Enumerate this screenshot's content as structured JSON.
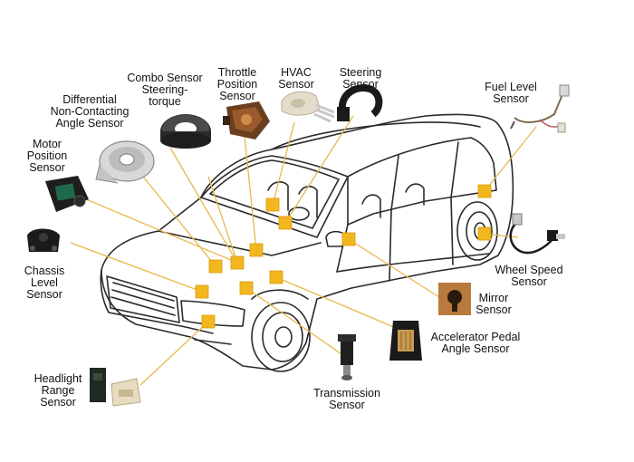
{
  "colors": {
    "marker": "#f2b71f",
    "leader": "#e8b84a",
    "outline": "#2a2a2a",
    "background": "#ffffff"
  },
  "labels": {
    "combo": "Combo Sensor\nSteering-\ntorque",
    "throttle": "Throttle\nPosition\nSensor",
    "hvac": "HVAC\nSensor",
    "steering": "Steering\nSensor",
    "fuel": "Fuel Level\nSensor",
    "differential": "Differential\nNon-Contacting\nAngle Sensor",
    "motor": "Motor\nPosition\nSensor",
    "chassis": "Chassis\nLevel\nSensor",
    "headlight": "Headlight\nRange\nSensor",
    "transmission": "Transmission\nSensor",
    "accelerator": "Accelerator Pedal\nAngle Sensor",
    "mirror": "Mirror\nSensor",
    "wheel": "Wheel Speed\nSensor"
  },
  "icons": [
    "combo-sensor-icon",
    "throttle-position-sensor-icon",
    "hvac-sensor-icon",
    "steering-sensor-icon",
    "fuel-level-sensor-icon",
    "differential-angle-sensor-icon",
    "motor-position-sensor-icon",
    "chassis-level-sensor-icon",
    "headlight-range-sensor-icon",
    "transmission-sensor-icon",
    "accelerator-pedal-sensor-icon",
    "mirror-sensor-icon",
    "wheel-speed-sensor-icon",
    "car-outline-icon"
  ]
}
